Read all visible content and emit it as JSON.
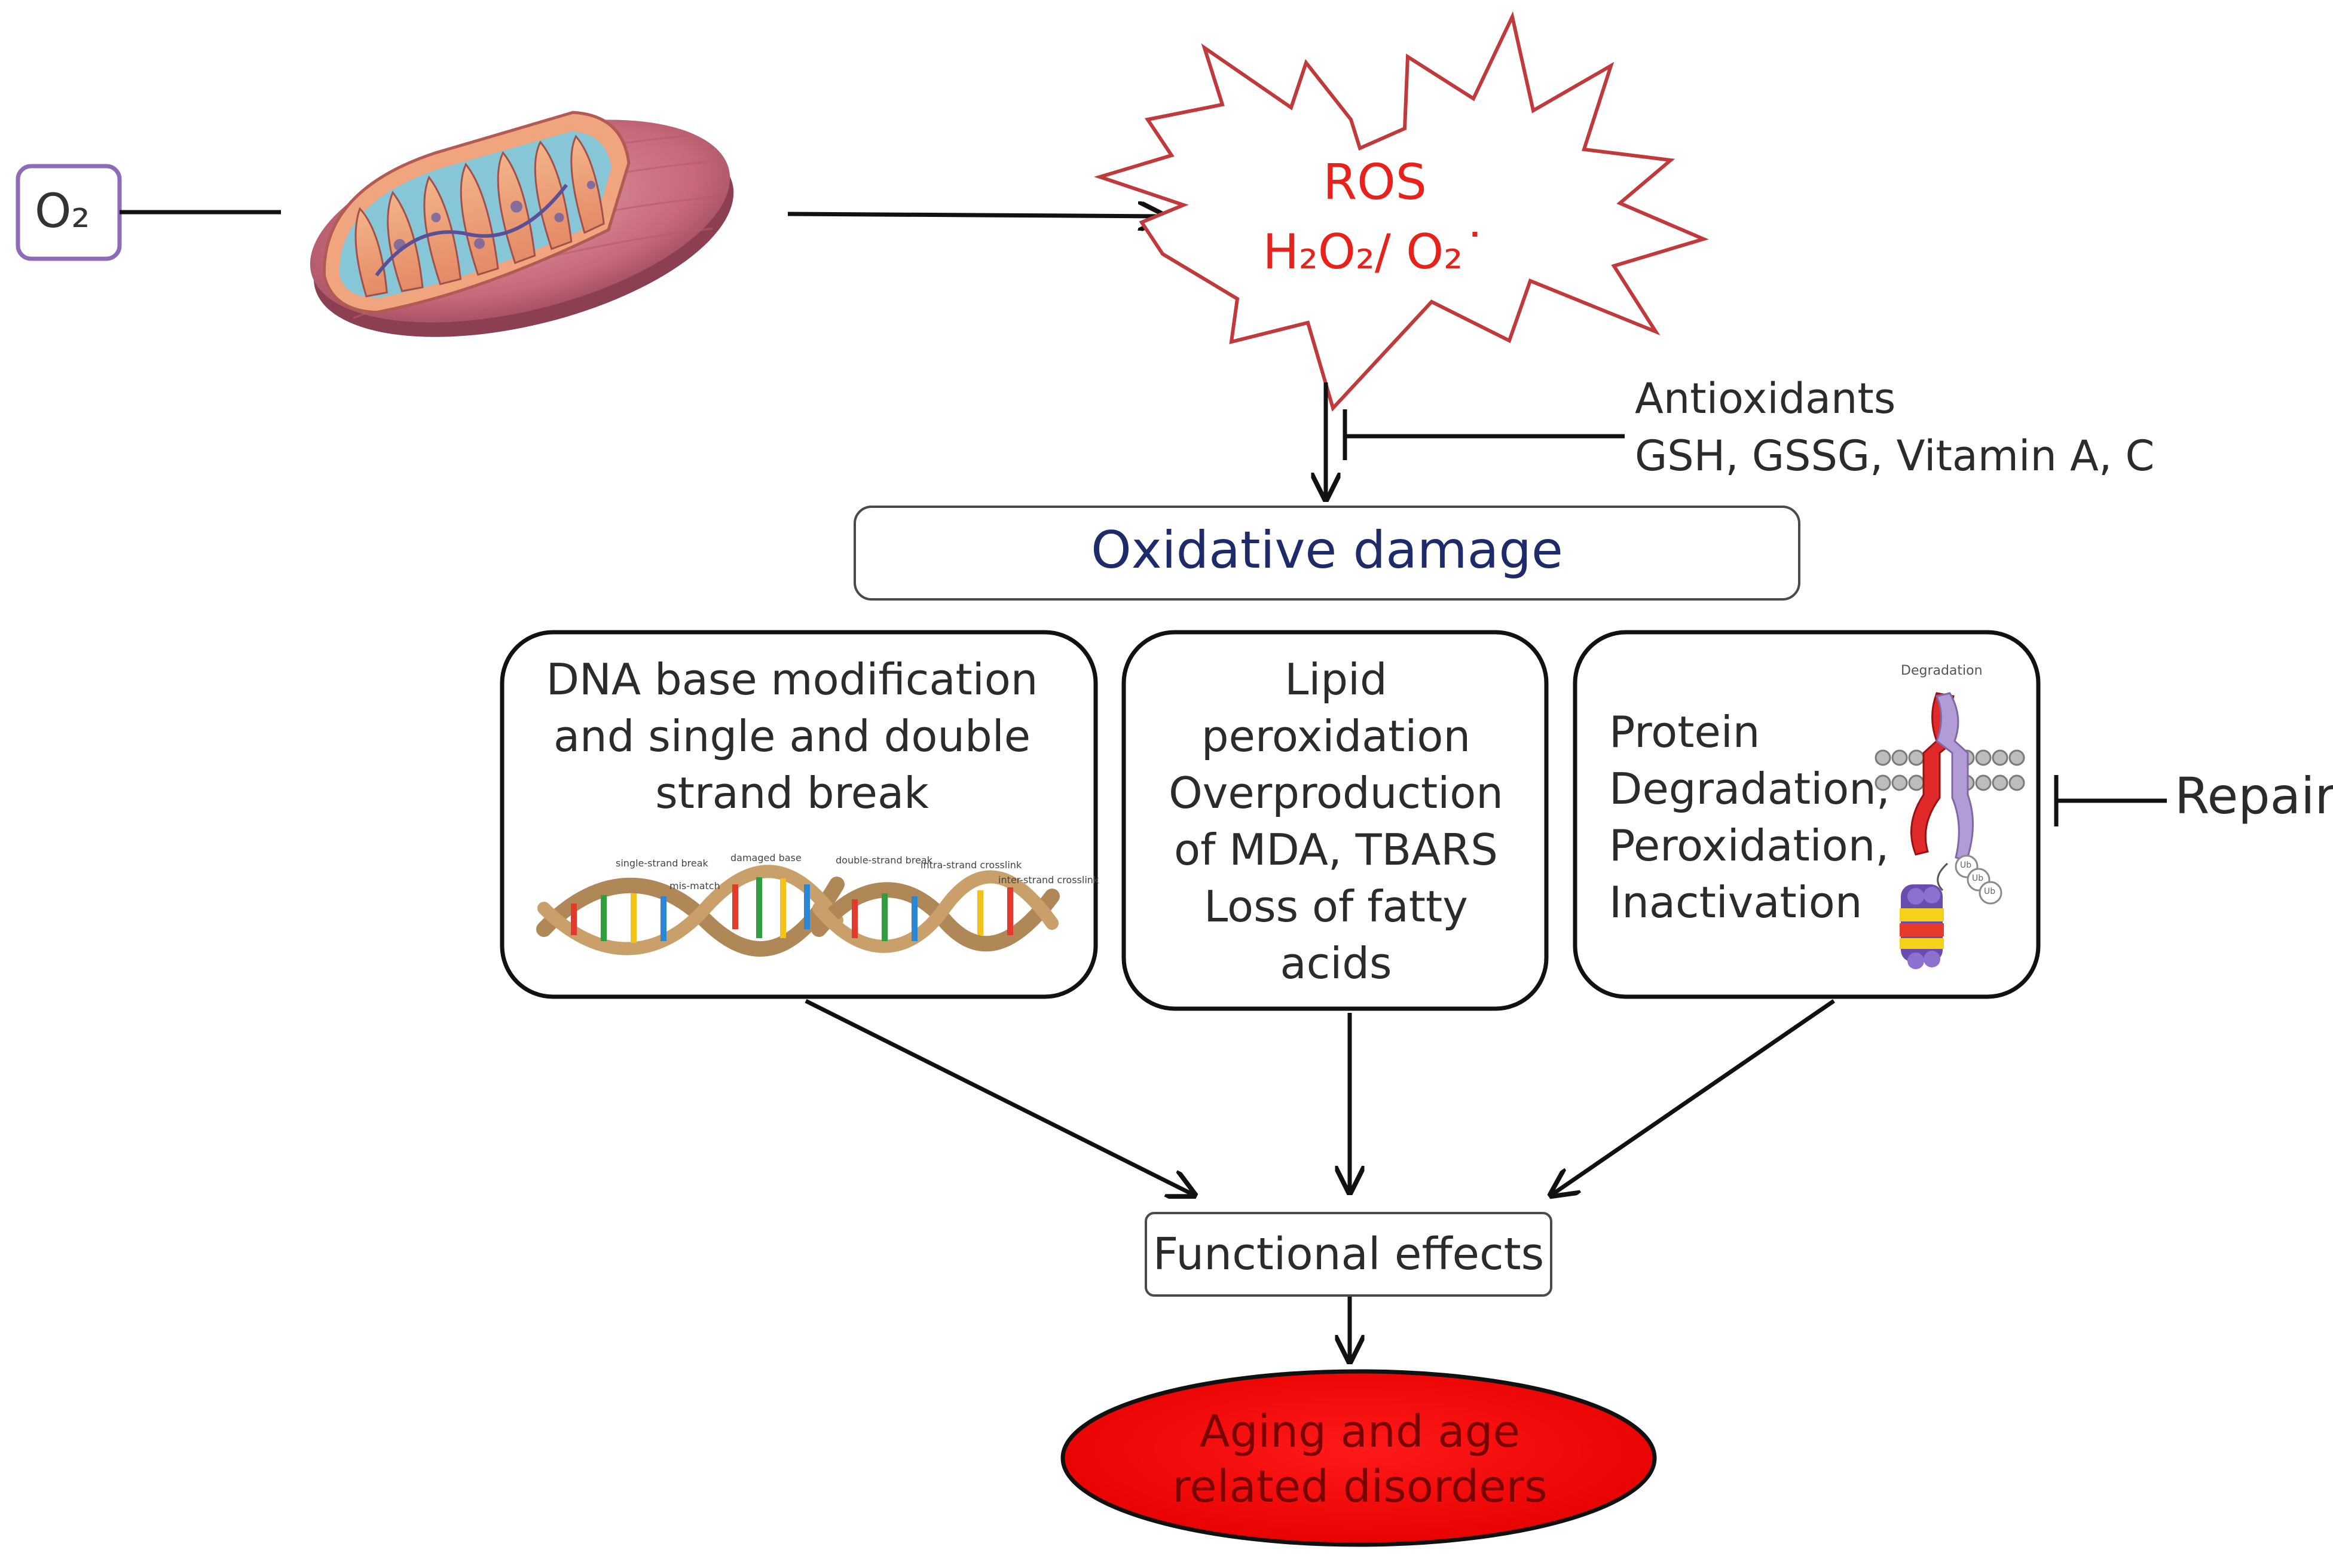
{
  "o2_label": "O₂",
  "ros": {
    "title": "ROS",
    "species": "H₂O₂/ O₂˙"
  },
  "antioxidants": {
    "title": "Antioxidants",
    "list": "GSH, GSSG, Vitamin A, C"
  },
  "oxidative_damage": "Oxidative damage",
  "dna_box": {
    "lines": [
      "DNA base modification",
      "and single and double",
      "strand break"
    ],
    "illustration_labels": [
      "single-strand break",
      "mis-match",
      "damaged base",
      "double-strand break",
      "intra-strand crosslink",
      "inter-strand crosslink"
    ]
  },
  "lipid_box": {
    "lines": [
      "Lipid",
      "peroxidation",
      "Overproduction",
      "of MDA, TBARS",
      "Loss of fatty",
      "acids"
    ]
  },
  "protein_box": {
    "lines": [
      "Protein",
      "Degradation,",
      "Peroxidation,",
      "Inactivation"
    ],
    "illustration_label": "Degradation",
    "ub_labels": [
      "Ub",
      "Ub",
      "Ub"
    ]
  },
  "repair": "Repair",
  "functional_effects": "Functional effects",
  "outcome": {
    "lines": [
      "Aging and age",
      "related disorders"
    ]
  },
  "colors": {
    "ros_text": "#e8221b",
    "ros_burst": "#c0393b",
    "o2_border": "#8e6ab8",
    "damage_text": "#1f2a6b",
    "outcome_fill": "#ee0000",
    "outcome_text": "#7a0000",
    "mito_outer": "#c9707c"
  }
}
